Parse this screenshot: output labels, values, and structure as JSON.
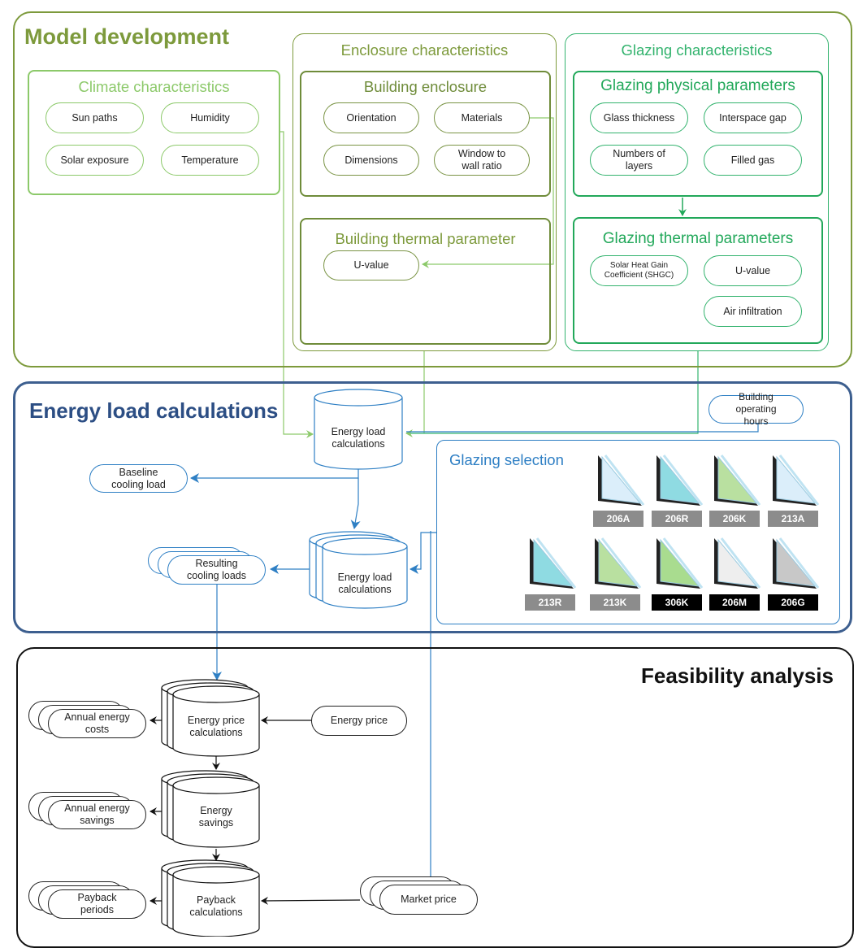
{
  "model": {
    "title": "Model development",
    "climate": {
      "title": "Climate characteristics",
      "items": [
        "Sun paths",
        "Humidity",
        "Solar exposure",
        "Temperature"
      ]
    },
    "enclosure": {
      "title": "Enclosure characteristics",
      "building_enclosure": {
        "title": "Building enclosure",
        "items": [
          "Orientation",
          "Materials",
          "Dimensions",
          "Window to wall ratio"
        ]
      },
      "thermal": {
        "title": "Building thermal parameter",
        "items": [
          "U-value"
        ]
      }
    },
    "glazing": {
      "title": "Glazing characteristics",
      "physical": {
        "title": "Glazing physical parameters",
        "items": [
          "Glass thickness",
          "Interspace gap",
          "Numbers of layers",
          "Filled gas"
        ]
      },
      "thermal": {
        "title": "Glazing thermal parameters",
        "items": [
          "Solar Heat Gain Coefficient (SHGC)",
          "U-value",
          "Air infiltration"
        ]
      }
    }
  },
  "energy": {
    "title": "Energy load calculations",
    "operating_hours": "Building operating hours",
    "calc1": "Energy load calculations",
    "baseline": "Baseline cooling load",
    "calc2": "Energy load calculations",
    "resulting": "Resulting cooling loads",
    "glazing_selection": {
      "title": "Glazing selection",
      "types": [
        {
          "code": "206A",
          "tint": "#dbeefa",
          "label_bg": "#8c8c8c"
        },
        {
          "code": "206R",
          "tint": "#8fdbe2",
          "label_bg": "#8c8c8c"
        },
        {
          "code": "206K",
          "tint": "#b9e0a0",
          "label_bg": "#8c8c8c"
        },
        {
          "code": "213A",
          "tint": "#dbeefa",
          "label_bg": "#8c8c8c"
        },
        {
          "code": "213R",
          "tint": "#8fdbe2",
          "label_bg": "#8c8c8c"
        },
        {
          "code": "213K",
          "tint": "#b9e0a0",
          "label_bg": "#8c8c8c"
        },
        {
          "code": "306K",
          "tint": "#a9dc8f",
          "label_bg": "#000000"
        },
        {
          "code": "206M",
          "tint": "#eeeeee",
          "label_bg": "#000000"
        },
        {
          "code": "206G",
          "tint": "#c8c8c8",
          "label_bg": "#000000"
        }
      ]
    }
  },
  "feasibility": {
    "title": "Feasibility analysis",
    "price_calc": "Energy price calculations",
    "energy_price": "Energy price",
    "annual_costs": "Annual energy costs",
    "savings_calc": "Energy savings",
    "annual_savings": "Annual energy savings",
    "payback_calc": "Payback calculations",
    "payback_periods": "Payback periods",
    "market_price": "Market price"
  },
  "colors": {
    "model_border": "#7d9a3c",
    "climate": "#8cc96a",
    "enclosure": "#6f8c3a",
    "glazing": "#33b36e",
    "energy_border": "#3d5f8f",
    "energy_title": "#2c4e84",
    "flow_blue": "#2e7fc4",
    "feasibility_border": "#111111"
  }
}
